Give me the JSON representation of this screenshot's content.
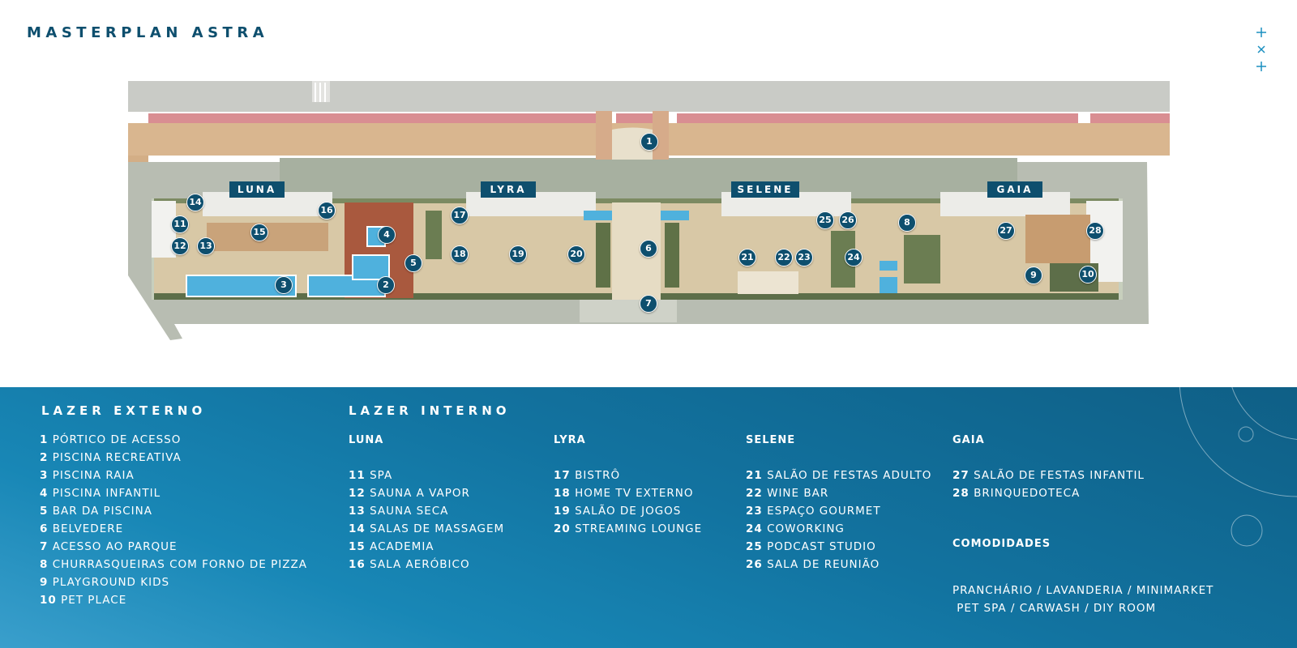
{
  "title": "MASTERPLAN ASTRA",
  "sparkle_icon": "sparkle-icon",
  "towers": [
    "LUNA",
    "LYRA",
    "SELENE",
    "GAIA"
  ],
  "pins": [
    "1",
    "2",
    "3",
    "4",
    "5",
    "6",
    "7",
    "8",
    "9",
    "10",
    "11",
    "12",
    "13",
    "14",
    "15",
    "16",
    "17",
    "18",
    "19",
    "20",
    "21",
    "22",
    "23",
    "24",
    "25",
    "26",
    "27",
    "28"
  ],
  "colors": {
    "brand": "#0e4f6e",
    "legend_bg": "#1273a0",
    "pool": "#4fb1dd",
    "deck": "#d8c8a6"
  },
  "lazer_externo": {
    "heading": "LAZER EXTERNO",
    "items": [
      {
        "num": "1",
        "label": "PÓRTICO DE ACESSO"
      },
      {
        "num": "2",
        "label": "PISCINA RECREATIVA"
      },
      {
        "num": "3",
        "label": "PISCINA RAIA"
      },
      {
        "num": "4",
        "label": "PISCINA INFANTIL"
      },
      {
        "num": "5",
        "label": "BAR DA PISCINA"
      },
      {
        "num": "6",
        "label": "BELVEDERE"
      },
      {
        "num": "7",
        "label": "ACESSO AO PARQUE"
      },
      {
        "num": "8",
        "label": "CHURRASQUEIRAS COM FORNO DE PIZZA"
      },
      {
        "num": "9",
        "label": "PLAYGROUND KIDS"
      },
      {
        "num": "10",
        "label": "PET PLACE"
      }
    ]
  },
  "lazer_interno": {
    "heading": "LAZER INTERNO",
    "luna": {
      "heading": "LUNA",
      "items": [
        {
          "num": "11",
          "label": "SPA"
        },
        {
          "num": "12",
          "label": "SAUNA A VAPOR"
        },
        {
          "num": "13",
          "label": "SAUNA SECA"
        },
        {
          "num": "14",
          "label": "SALAS DE MASSAGEM"
        },
        {
          "num": "15",
          "label": "ACADEMIA"
        },
        {
          "num": "16",
          "label": "SALA AERÓBICO"
        }
      ]
    },
    "lyra": {
      "heading": "LYRA",
      "items": [
        {
          "num": "17",
          "label": "BISTRÔ"
        },
        {
          "num": "18",
          "label": "HOME TV EXTERNO"
        },
        {
          "num": "19",
          "label": "SALÃO DE JOGOS"
        },
        {
          "num": "20",
          "label": "STREAMING LOUNGE"
        }
      ]
    },
    "selene": {
      "heading": "SELENE",
      "items": [
        {
          "num": "21",
          "label": "SALÃO DE FESTAS ADULTO"
        },
        {
          "num": "22",
          "label": "WINE BAR"
        },
        {
          "num": "23",
          "label": "ESPAÇO GOURMET"
        },
        {
          "num": "24",
          "label": "COWORKING"
        },
        {
          "num": "25",
          "label": "PODCAST STUDIO"
        },
        {
          "num": "26",
          "label": "SALA DE REUNIÃO"
        }
      ]
    },
    "gaia": {
      "heading": "GAIA",
      "items": [
        {
          "num": "27",
          "label": "SALÃO DE FESTAS INFANTIL"
        },
        {
          "num": "28",
          "label": "BRINQUEDOTECA"
        }
      ]
    }
  },
  "comodidades": {
    "heading": "COMODIDADES",
    "line1": "PRANCHÁRIO / LAVANDERIA / MINIMARKET",
    "line2": " PET SPA / CARWASH / DIY ROOM"
  }
}
